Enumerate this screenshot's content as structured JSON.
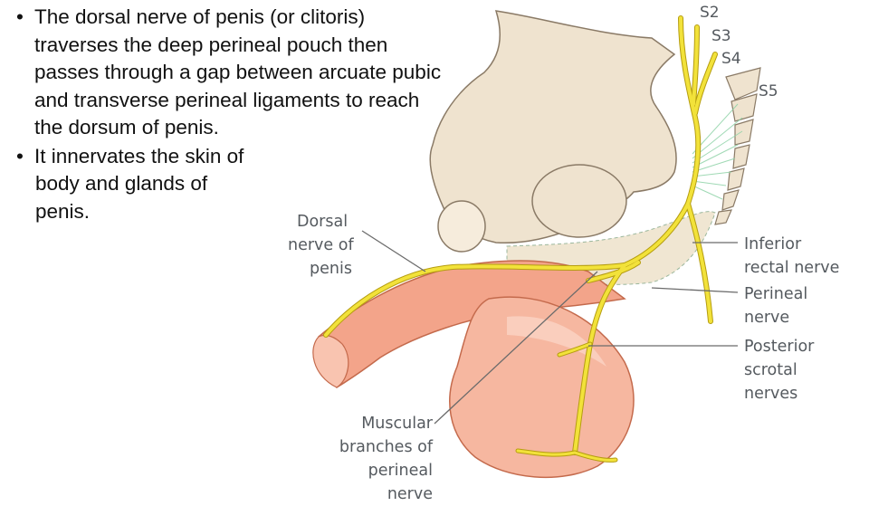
{
  "text": {
    "bullet1": "The dorsal nerve of penis (or clitoris) traverses the deep perineal pouch then passes through a gap between arcuate pubic and transverse perineal ligaments to reach the dorsum of penis.",
    "bullet2_lines": [
      "It innervates the skin of",
      "body and glands of",
      "penis."
    ]
  },
  "labels": {
    "s2": "S2",
    "s3": "S3",
    "s4": "S4",
    "s5": "S5",
    "dorsal_nerve": [
      "Dorsal",
      "nerve of",
      "penis"
    ],
    "inferior_rectal": [
      "Inferior",
      "rectal nerve"
    ],
    "perineal": [
      "Perineal",
      "nerve"
    ],
    "posterior_scrotal": [
      "Posterior",
      "scrotal",
      "nerves"
    ],
    "muscular": [
      "Muscular",
      "branches of",
      "perineal nerve"
    ]
  },
  "colors": {
    "bone": "#efe3cf",
    "bone_edge": "#8a7a66",
    "tissue": "#f3a48a",
    "tissue_light": "#fbd3c4",
    "nerve": "#f2e23a",
    "nerve_edge": "#b59d10",
    "leader": "#6b6b6b",
    "ligament": "#8fd3a8"
  }
}
